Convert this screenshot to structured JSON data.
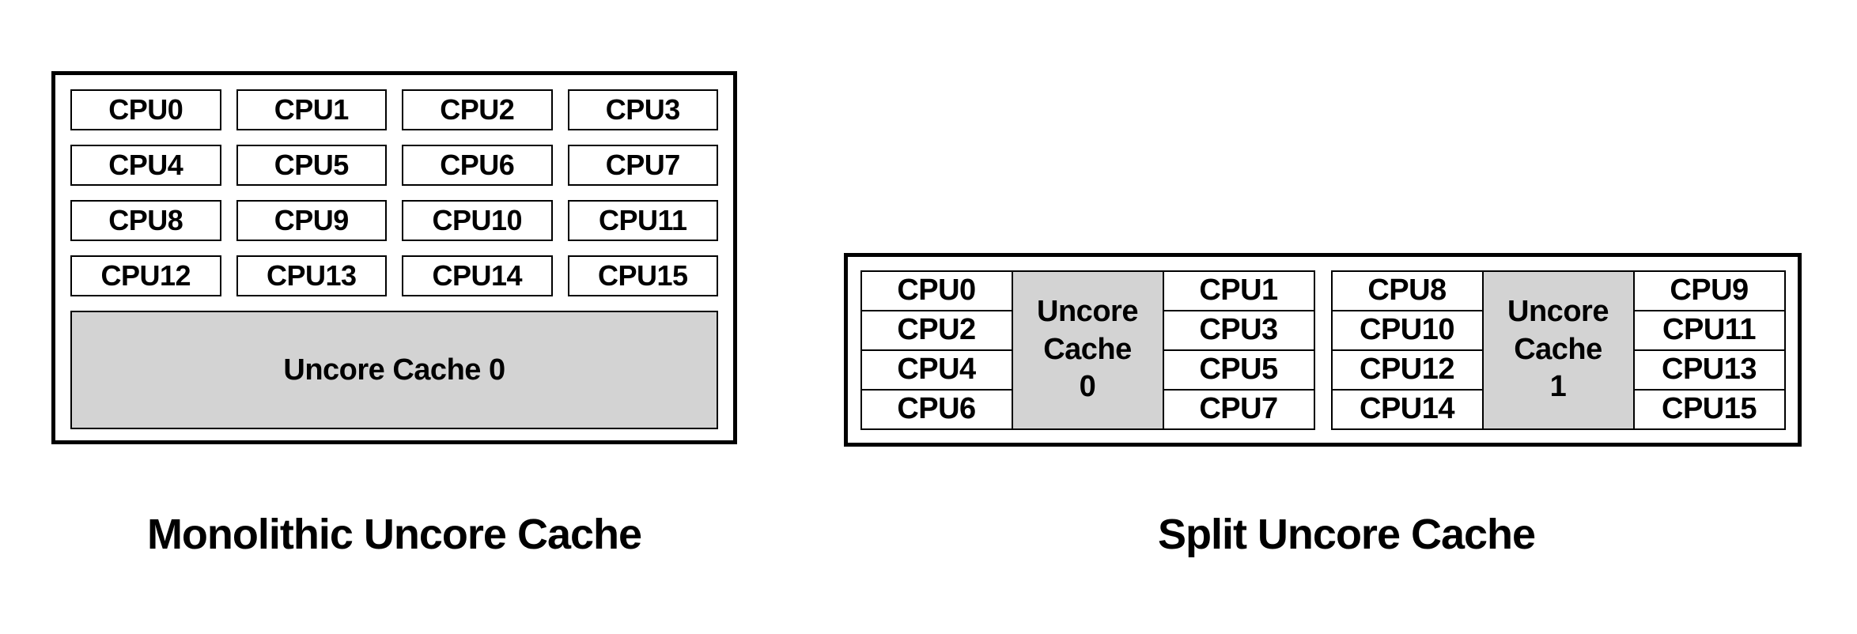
{
  "monolithic": {
    "caption": "Monolithic Uncore Cache",
    "cache_label": "Uncore Cache 0",
    "cpu_rows": [
      [
        "CPU0",
        "CPU1",
        "CPU2",
        "CPU3"
      ],
      [
        "CPU4",
        "CPU5",
        "CPU6",
        "CPU7"
      ],
      [
        "CPU8",
        "CPU9",
        "CPU10",
        "CPU11"
      ],
      [
        "CPU12",
        "CPU13",
        "CPU14",
        "CPU15"
      ]
    ]
  },
  "split": {
    "caption": "Split Uncore Cache",
    "clusters": [
      {
        "cache_label": "Uncore Cache 0",
        "left": [
          "CPU0",
          "CPU2",
          "CPU4",
          "CPU6"
        ],
        "right": [
          "CPU1",
          "CPU3",
          "CPU5",
          "CPU7"
        ]
      },
      {
        "cache_label": "Uncore Cache 1",
        "left": [
          "CPU8",
          "CPU10",
          "CPU12",
          "CPU14"
        ],
        "right": [
          "CPU9",
          "CPU11",
          "CPU13",
          "CPU15"
        ]
      }
    ]
  },
  "colors": {
    "cache_fill": "#d3d3d3",
    "border": "#000000",
    "text": "#000000",
    "background": "#ffffff"
  }
}
